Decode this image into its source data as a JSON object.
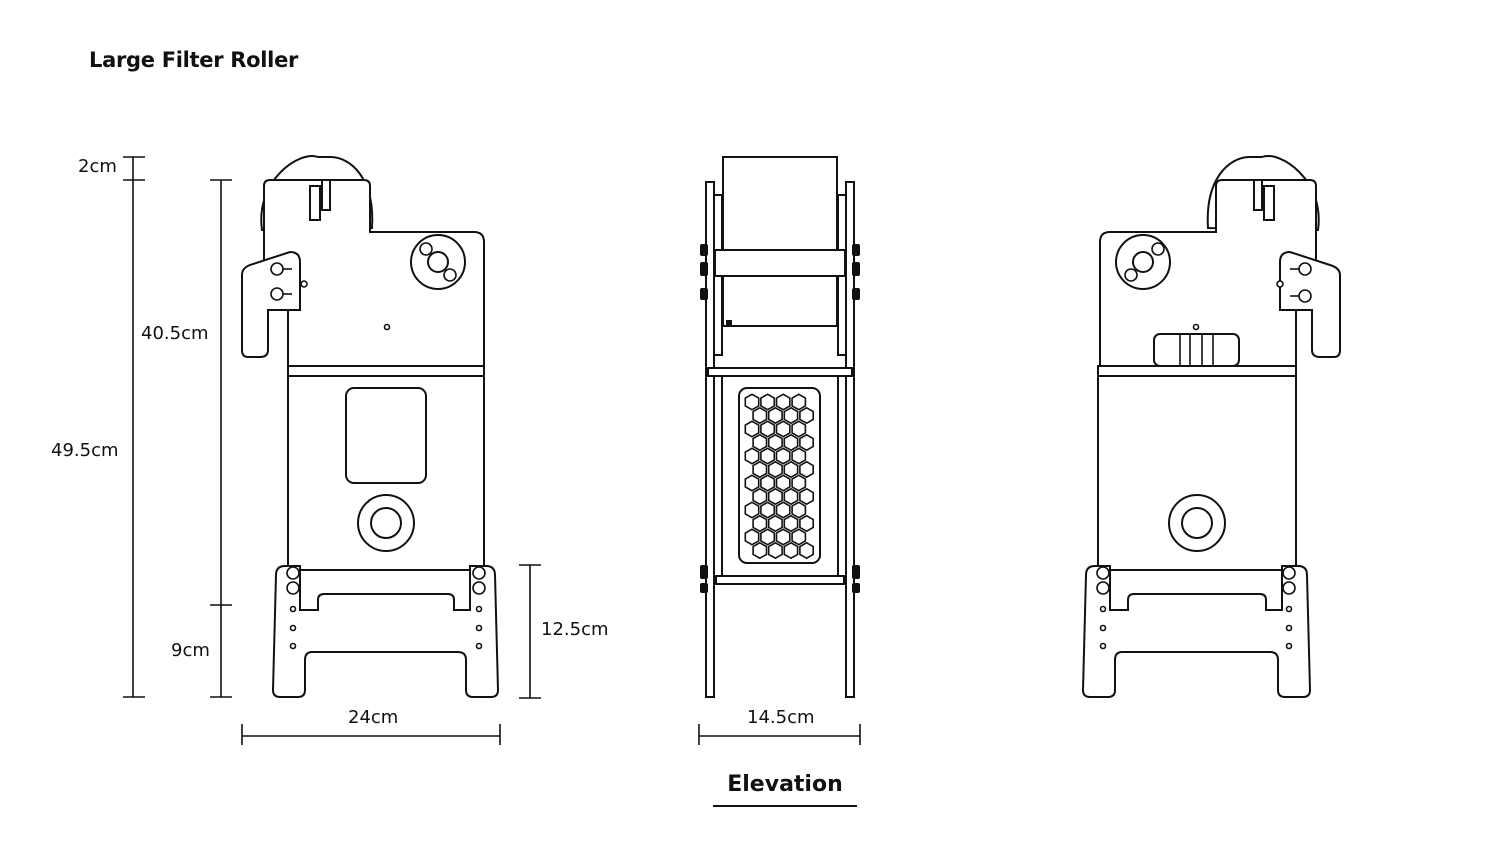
{
  "title": "Large Filter Roller",
  "caption": "Elevation",
  "dimensions": {
    "top_gap": "2cm",
    "upper_height": "40.5cm",
    "total_height": "49.5cm",
    "leg_height": "9cm",
    "stand_height": "12.5cm",
    "width": "24cm",
    "depth": "14.5cm"
  },
  "colors": {
    "line": "#111111",
    "background": "#ffffff"
  }
}
